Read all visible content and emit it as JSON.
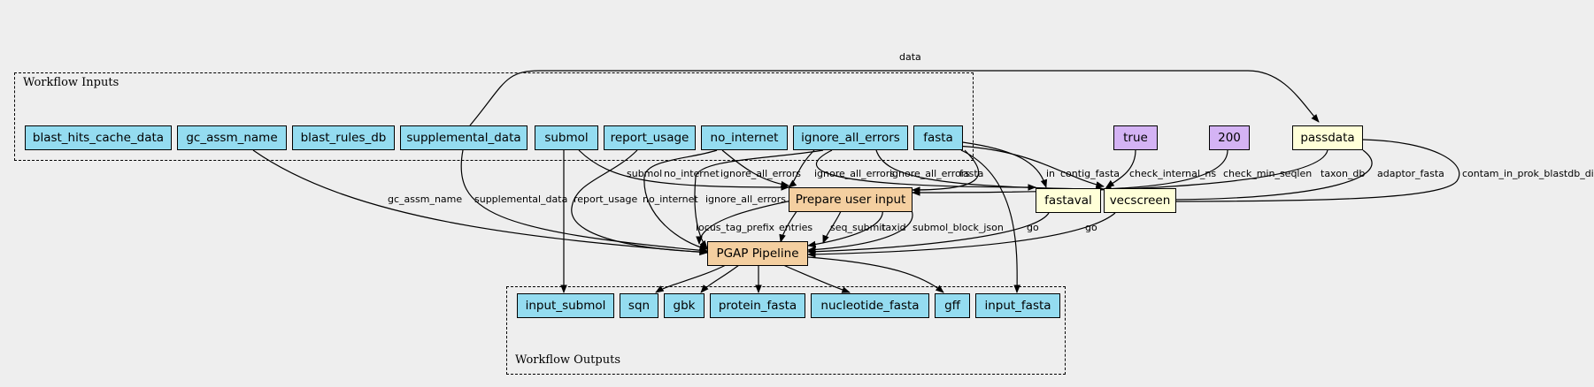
{
  "clusters": {
    "inputs_label": "Workflow Inputs",
    "outputs_label": "Workflow Outputs"
  },
  "nodes": {
    "blast_hits_cache_data": "blast_hits_cache_data",
    "gc_assm_name": "gc_assm_name",
    "blast_rules_db": "blast_rules_db",
    "supplemental_data": "supplemental_data",
    "submol": "submol",
    "report_usage": "report_usage",
    "no_internet": "no_internet",
    "ignore_all_errors": "ignore_all_errors",
    "fasta": "fasta",
    "true_const": "true",
    "const_200": "200",
    "passdata": "passdata",
    "prepare_user_input": "Prepare user input",
    "fastaval": "fastaval",
    "vecscreen": "vecscreen",
    "pgap_pipeline": "PGAP Pipeline",
    "out_input_submol": "input_submol",
    "out_sqn": "sqn",
    "out_gbk": "gbk",
    "out_protein_fasta": "protein_fasta",
    "out_nucleotide_fasta": "nucleotide_fasta",
    "out_gff": "gff",
    "out_input_fasta": "input_fasta"
  },
  "edge_labels": {
    "data": "data",
    "gc_assm_name": "gc_assm_name",
    "supplemental_data": "supplemental_data",
    "report_usage": "report_usage",
    "submol": "submol",
    "no_internet_a": "no_internet",
    "ignore_all_errors_a": "ignore_all_errors",
    "no_internet_b": "no_internet",
    "ignore_all_errors_b": "ignore_all_errors",
    "ignore_all_errors_c": "ignore_all_errors",
    "ignore_all_errors_d": "ignore_all_errors",
    "fasta": "fasta",
    "in": "in",
    "contig_fasta": "contig_fasta",
    "check_internal_ns": "check_internal_ns",
    "check_min_seqlen": "check_min_seqlen",
    "taxon_db": "taxon_db",
    "adaptor_fasta": "adaptor_fasta",
    "contam_in_prok_blastdb_dir": "contam_in_prok_blastdb_dir",
    "locus_tag_prefix": "locus_tag_prefix",
    "entries": "entries",
    "seq_submit": "seq_submit",
    "taxid": "taxid",
    "submol_block_json": "submol_block_json",
    "go_a": "go",
    "go_b": "go"
  }
}
